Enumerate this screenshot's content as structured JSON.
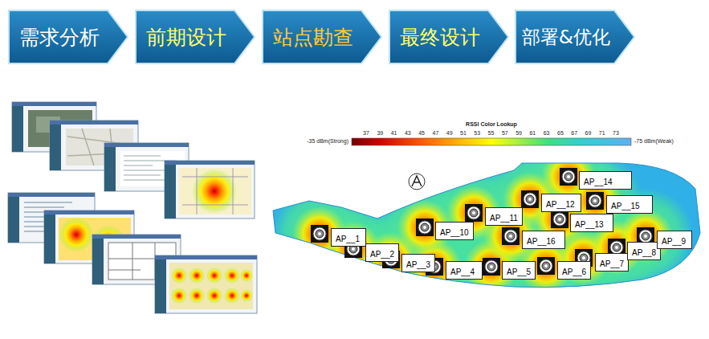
{
  "diagram": {
    "nodes": [
      {
        "text": [
          "需求分析"
        ]
      },
      {
        "text": [
          "前期设计"
        ]
      },
      {
        "text": [
          "站点勘查"
        ]
      },
      {
        "text": [
          "最终设计"
        ]
      },
      {
        "text": [
          "部署&优化"
        ]
      },
      {
        "text": [
          "AP__1"
        ]
      },
      {
        "text": [
          "AP__2"
        ]
      },
      {
        "text": [
          "AP__3"
        ]
      },
      {
        "text": [
          "AP__4"
        ]
      },
      {
        "text": [
          "AP__5"
        ]
      },
      {
        "text": [
          "AP__6"
        ]
      },
      {
        "text": [
          "AP__7"
        ]
      },
      {
        "text": [
          "AP__8"
        ]
      },
      {
        "text": [
          "AP__9"
        ]
      },
      {
        "text": [
          "AP__10"
        ]
      },
      {
        "text": [
          "AP__11"
        ]
      },
      {
        "text": [
          "AP__12"
        ]
      },
      {
        "text": [
          "AP__13"
        ]
      },
      {
        "text": [
          "AP__14"
        ]
      },
      {
        "text": [
          "AP__15"
        ]
      },
      {
        "text": [
          "AP__16"
        ]
      }
    ],
    "labels": [
      "RSSI Color Lookup",
      "-35 dBm(Strong)",
      "37",
      "39",
      "41",
      "43",
      "45",
      "47",
      "49",
      "51",
      "53",
      "55",
      "57",
      "59",
      "61",
      "63",
      "65",
      "67",
      "69",
      "71",
      "73",
      "-75 dBm(Weak)"
    ]
  }
}
